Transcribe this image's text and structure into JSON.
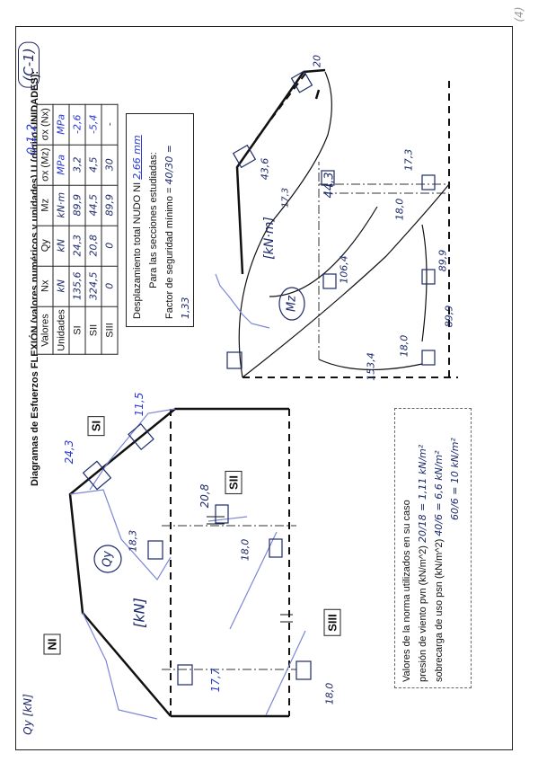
{
  "corner_mark": "(4)",
  "page_code": "(C-1)",
  "title": "Diagramas de Esfuerzos FLEXIÓN (valores numéricos y unidades) U (dígito UNIDADES):",
  "units_digit_value": "0-1-2",
  "table": {
    "headers": [
      "Valores",
      "Nx",
      "Qy",
      "Mz",
      "σx (Mz)",
      "σx (Nx)"
    ],
    "rows": [
      [
        "Unidades",
        "kN",
        "kN",
        "kN·m",
        "MPa",
        "MPa"
      ],
      [
        "SI",
        "135,6",
        "24,3",
        "89,9",
        "3,2",
        "-2,6"
      ],
      [
        "SII",
        "324,5",
        "20,8",
        "44,5",
        "4,5",
        "-5,4"
      ],
      [
        "SIII",
        "0",
        "0",
        "89,9",
        "30",
        "-"
      ]
    ]
  },
  "displacement": {
    "label": "Desplazamiento total NUDO NI",
    "value": "2,66 mm"
  },
  "sections_label": "Para las secciones estudiadas:",
  "safety": {
    "label": "Factor de seguridad mínimo =",
    "value": "40/30 = 1,33"
  },
  "norm": {
    "title": "Valores de la norma utilizados en su caso",
    "wind_label": "presión de viento pvn (kN/m^2)",
    "wind_value": "20/18 = 1,11 kN/m²",
    "use_label": "sobrecarga de uso psn (kN/m^2)",
    "use_value1": "40/6 = 6,6 kN/m²",
    "use_value2": "60/6 = 10 kN/m²"
  },
  "qy_diagram": {
    "corner_label": "Qy [kN]",
    "circle_label": "Qy",
    "unit_label": "[kN]",
    "nodes": [
      "NI",
      "SI",
      "SII",
      "SIII"
    ],
    "values": [
      "24,3",
      "11,5",
      "18,3",
      "20,8",
      "18,0",
      "17,7",
      "18,0"
    ]
  },
  "mz_diagram": {
    "circle_label": "Mz",
    "unit_label": "[kN·m]",
    "values": [
      "20",
      "43,6",
      "44,3",
      "17,3",
      "17,3",
      "18,0",
      "106,4",
      "153,4",
      "18,0",
      "89,9",
      "89,9"
    ]
  },
  "colors": {
    "ink": "#1d2a6b",
    "outline": "#7a86d6",
    "frame": "#222222"
  }
}
